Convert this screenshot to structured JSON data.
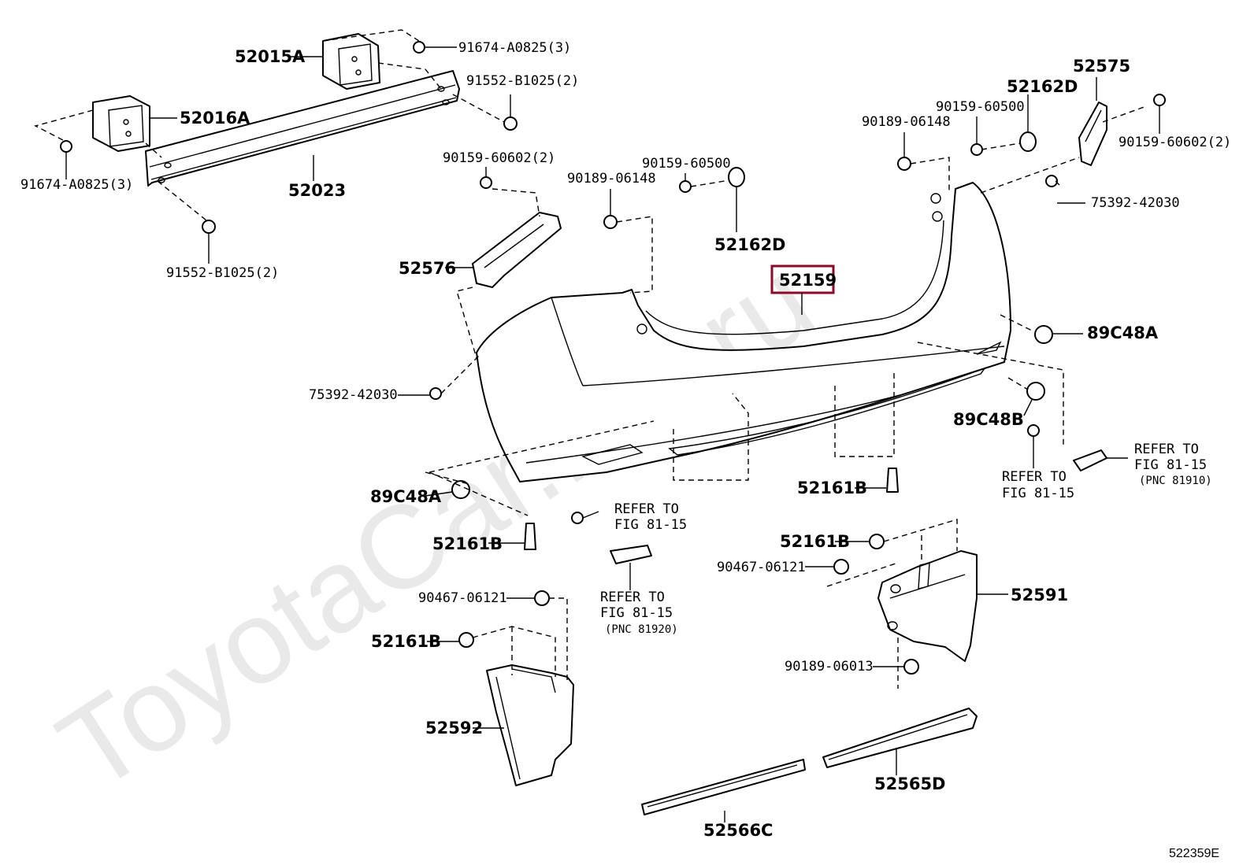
{
  "watermark": "ToyotaCar.Me.ru",
  "figure_id": "522359E",
  "highlighted_part": "52159",
  "labels": {
    "p52015A": "52015A",
    "p52016A": "52016A",
    "p52023": "52023",
    "b91674a": "91674-A0825(3)",
    "b91674b": "91674-A0825(3)",
    "b91552a": "91552-B1025(2)",
    "b91552b": "91552-B1025(2)",
    "p52576": "52576",
    "b90159_60602a": "90159-60602(2)",
    "b90189_06148a": "90189-06148",
    "b90159_60500a": "90159-60500",
    "p52162Da": "52162D",
    "p52159": "52159",
    "p52575": "52575",
    "p52162Db": "52162D",
    "b90159_60500b": "90159-60500",
    "b90189_06148b": "90189-06148",
    "b90159_60602b": "90159-60602(2)",
    "b75392a": "75392-42030",
    "b75392b": "75392-42030",
    "p89C48Aa": "89C48A",
    "p89C48B": "89C48B",
    "ref1a": "REFER TO",
    "ref1b": "FIG 81-15",
    "ref1c": "(PNC 81910)",
    "ref2a": "REFER TO",
    "ref2b": "FIG 81-15",
    "p89C48Ab": "89C48A",
    "ref3a": "REFER TO",
    "ref3b": "FIG 81-15",
    "p52161Ba": "52161B",
    "p52161Bb": "52161B",
    "p52161Bc": "52161B",
    "p52161Bd": "52161B",
    "b90467a": "90467-06121",
    "b90467b": "90467-06121",
    "ref4a": "REFER TO",
    "ref4b": "FIG 81-15",
    "ref4c": "(PNC 81920)",
    "p52591": "52591",
    "b90189_06013": "90189-06013",
    "p52592": "52592",
    "p52565D": "52565D",
    "p52566C": "52566C"
  }
}
